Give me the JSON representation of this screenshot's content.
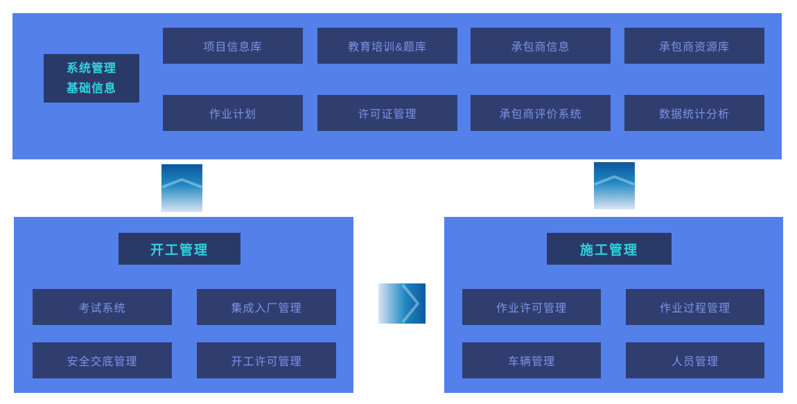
{
  "colors": {
    "panel_bg": "#5480ea",
    "box_bg": "#2f3e6f",
    "title_box_bg": "#2a3a68",
    "title_text": "#31d2de",
    "box_text": "#7f93e6",
    "arrow_dark": "#0e579f",
    "arrow_mid": "#1d86c0",
    "arrow_light": "#d9e4f3",
    "page_bg": "#ffffff"
  },
  "top_section": {
    "title_lines": [
      "系统管理",
      "基础信息"
    ],
    "rows": [
      [
        "项目信息库",
        "教育培训&题库",
        "承包商信息",
        "承包商资源库"
      ],
      [
        "作业计划",
        "许可证管理",
        "承包商评价系统",
        "数据统计分析"
      ]
    ]
  },
  "start_section": {
    "title": "开工管理",
    "rows": [
      [
        "考试系统",
        "集成入厂管理"
      ],
      [
        "安全交底管理",
        "开工许可管理"
      ]
    ]
  },
  "construction_section": {
    "title": "施工管理",
    "rows": [
      [
        "作业许可管理",
        "作业过程管理"
      ],
      [
        "车辆管理",
        "人员管理"
      ]
    ]
  },
  "connectors": [
    {
      "name": "up-arrow-left",
      "direction": "up"
    },
    {
      "name": "up-arrow-right",
      "direction": "up"
    },
    {
      "name": "right-arrow-middle",
      "direction": "right"
    }
  ]
}
